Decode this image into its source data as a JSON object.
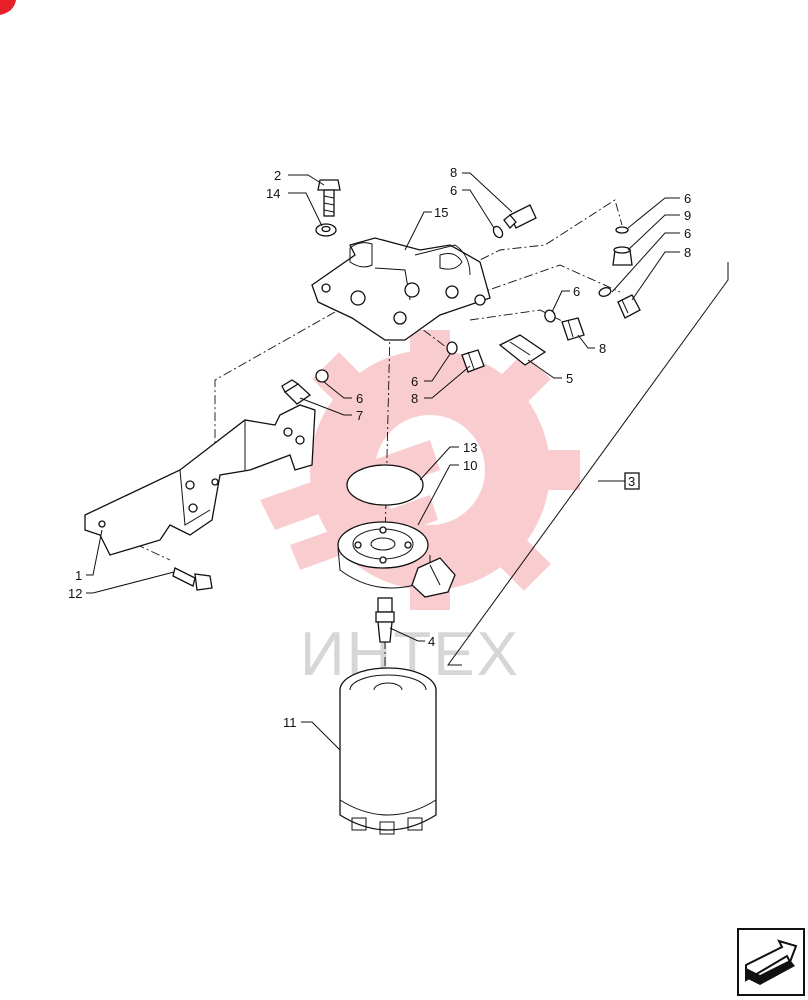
{
  "diagram": {
    "watermark_text": "ИНТЕХ",
    "group_ref": "3",
    "accent_color": "#e8202a",
    "watermark_color": "#f7c2c4",
    "callouts": {
      "c2": "2",
      "c14": "14",
      "c8a": "8",
      "c6a": "6",
      "c15": "15",
      "c6b": "6",
      "c9": "9",
      "c6c": "6",
      "c8b": "8",
      "c6d": "6",
      "c8c": "8",
      "c5": "5",
      "c6e": "6",
      "c8d": "8",
      "c6f": "6",
      "c7": "7",
      "c13": "13",
      "c10": "10",
      "c1": "1",
      "c12": "12",
      "c4": "4",
      "c11": "11"
    }
  }
}
